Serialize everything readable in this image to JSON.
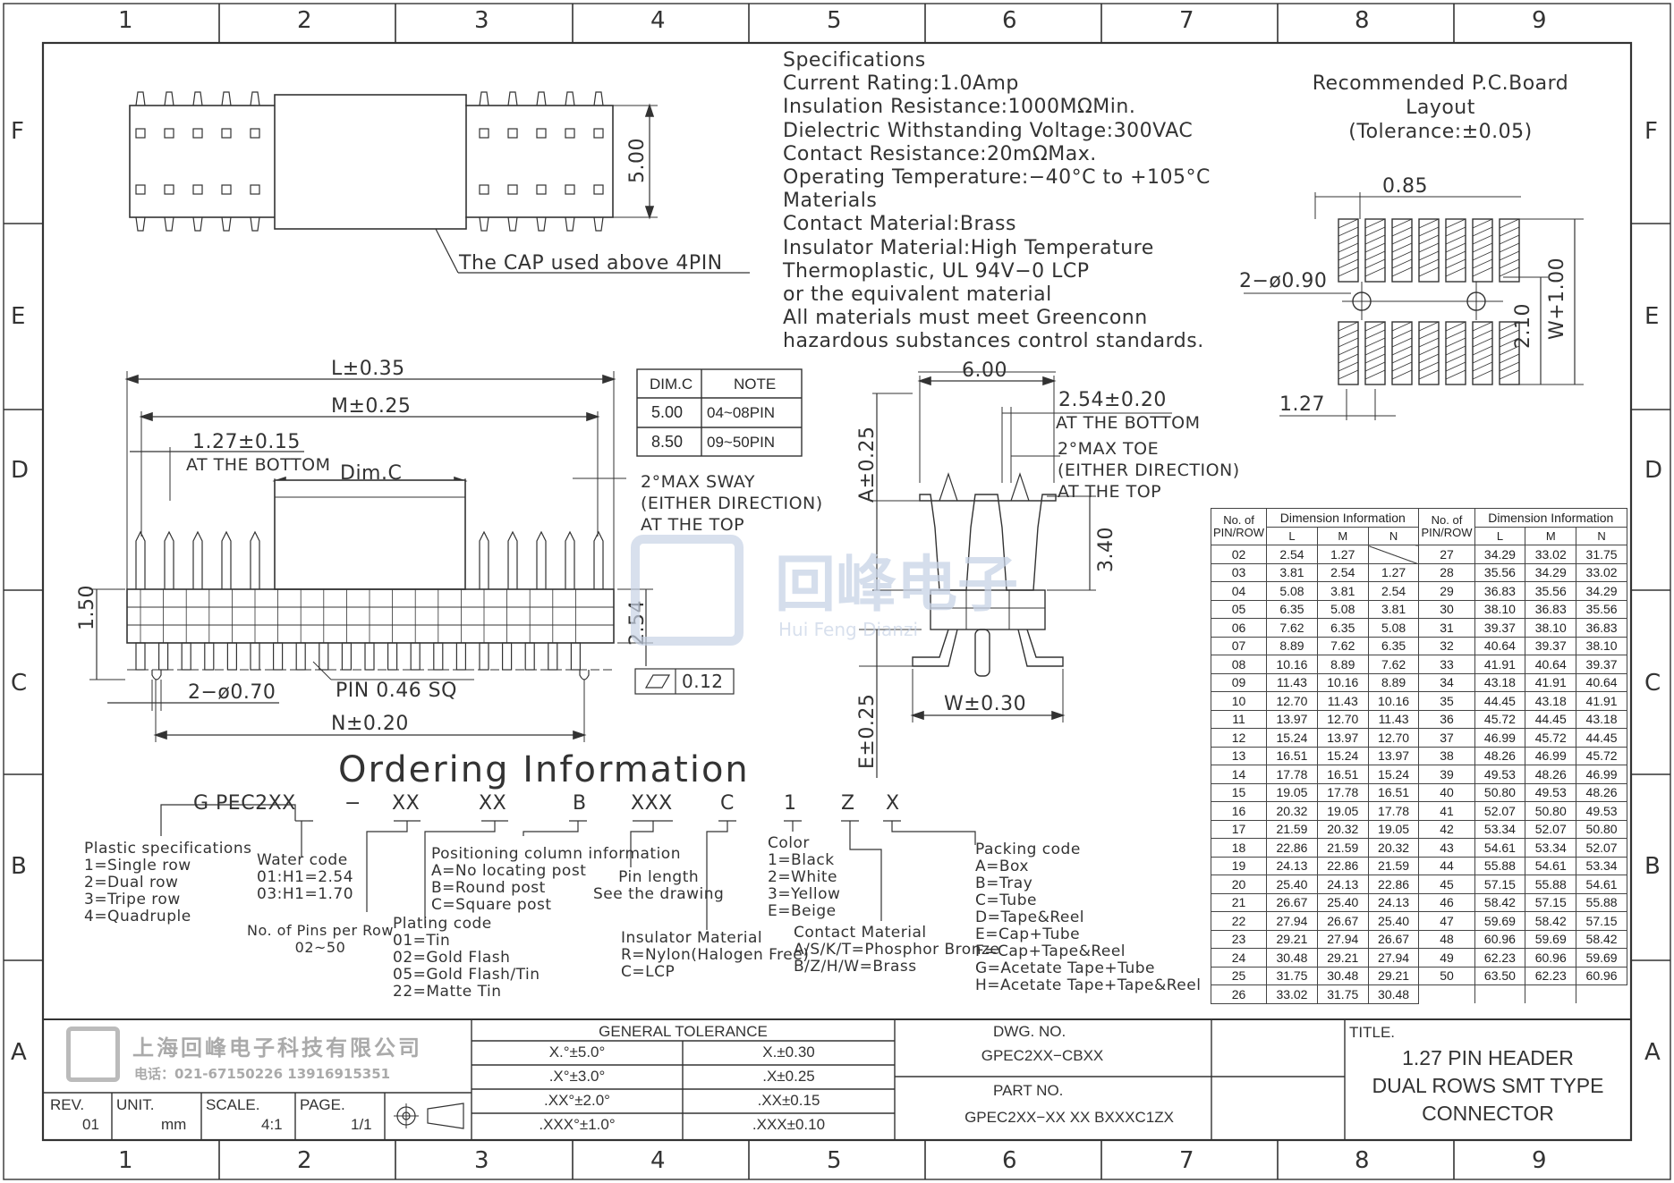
{
  "frame": {
    "cols": [
      "1",
      "2",
      "3",
      "4",
      "5",
      "6",
      "7",
      "8",
      "9"
    ],
    "rows": [
      "F",
      "E",
      "D",
      "C",
      "B",
      "A"
    ]
  },
  "specs": {
    "lines": [
      "Specifications",
      "Current Rating:1.0Amp",
      "Insulation Resistance:1000MΩMin.",
      "Dielectric Withstanding Voltage:300VAC",
      "Contact Resistance:20mΩMax.",
      "Operating Temperature:−40°C to +105°C",
      "Materials",
      "Contact Material:Brass",
      "Insulator Material:High Temperature",
      "Thermoplastic, UL 94V−0 LCP",
      "or the equivalent material",
      "All materials must meet Greenconn",
      "hazardous substances control standards."
    ]
  },
  "pcb": {
    "title_lines": [
      "Recommended P.C.Board",
      "Layout",
      "(Tolerance:±0.05)"
    ],
    "dim_085": "0.85",
    "dim_holes": "2−ø0.90",
    "dim_127": "1.27",
    "dim_210": "2.10",
    "dim_w": "W+1.00"
  },
  "top_view": {
    "dim_height": "5.00",
    "cap_note": "The CAP used above 4PIN"
  },
  "front_view": {
    "dim_l": "L±0.35",
    "dim_m": "M±0.25",
    "dim_pitch": "1.27±0.15",
    "dim_pitch_note": "AT THE BOTTOM",
    "dim_c": "Dim.C",
    "sway_lines": [
      "2°MAX SWAY",
      "(EITHER DIRECTION)",
      "AT THE TOP"
    ],
    "dim_150": "1.50",
    "dim_254": "2.54",
    "dim_post": "2−ø0.70",
    "pin_note": "PIN 0.46 SQ",
    "dim_n": "N±0.20",
    "flatness": "0.12"
  },
  "dimc_table": {
    "headers": [
      "DIM.C",
      "NOTE"
    ],
    "rows": [
      [
        "5.00",
        "04~08PIN"
      ],
      [
        "8.50",
        "09~50PIN"
      ]
    ]
  },
  "side_view": {
    "dim_600": "6.00",
    "dim_254": "2.54±0.20",
    "dim_254_note": "AT THE BOTTOM",
    "toe_lines": [
      "2°MAX TOE",
      "(EITHER DIRECTION)",
      "AT THE TOP"
    ],
    "dim_a": "A±0.25",
    "dim_340": "3.40",
    "dim_e": "E±0.25",
    "dim_w": "W±0.30"
  },
  "dim_table": {
    "h_pins": [
      "No. of",
      "PIN/ROW"
    ],
    "h_info": "Dimension Information",
    "h_cols": [
      "L",
      "M",
      "N"
    ],
    "left": [
      [
        "02",
        "2.54",
        "1.27",
        ""
      ],
      [
        "03",
        "3.81",
        "2.54",
        "1.27"
      ],
      [
        "04",
        "5.08",
        "3.81",
        "2.54"
      ],
      [
        "05",
        "6.35",
        "5.08",
        "3.81"
      ],
      [
        "06",
        "7.62",
        "6.35",
        "5.08"
      ],
      [
        "07",
        "8.89",
        "7.62",
        "6.35"
      ],
      [
        "08",
        "10.16",
        "8.89",
        "7.62"
      ],
      [
        "09",
        "11.43",
        "10.16",
        "8.89"
      ],
      [
        "10",
        "12.70",
        "11.43",
        "10.16"
      ],
      [
        "11",
        "13.97",
        "12.70",
        "11.43"
      ],
      [
        "12",
        "15.24",
        "13.97",
        "12.70"
      ],
      [
        "13",
        "16.51",
        "15.24",
        "13.97"
      ],
      [
        "14",
        "17.78",
        "16.51",
        "15.24"
      ],
      [
        "15",
        "19.05",
        "17.78",
        "16.51"
      ],
      [
        "16",
        "20.32",
        "19.05",
        "17.78"
      ],
      [
        "17",
        "21.59",
        "20.32",
        "19.05"
      ],
      [
        "18",
        "22.86",
        "21.59",
        "20.32"
      ],
      [
        "19",
        "24.13",
        "22.86",
        "21.59"
      ],
      [
        "20",
        "25.40",
        "24.13",
        "22.86"
      ],
      [
        "21",
        "26.67",
        "25.40",
        "24.13"
      ],
      [
        "22",
        "27.94",
        "26.67",
        "25.40"
      ],
      [
        "23",
        "29.21",
        "27.94",
        "26.67"
      ],
      [
        "24",
        "30.48",
        "29.21",
        "27.94"
      ],
      [
        "25",
        "31.75",
        "30.48",
        "29.21"
      ],
      [
        "26",
        "33.02",
        "31.75",
        "30.48"
      ]
    ],
    "right": [
      [
        "27",
        "34.29",
        "33.02",
        "31.75"
      ],
      [
        "28",
        "35.56",
        "34.29",
        "33.02"
      ],
      [
        "29",
        "36.83",
        "35.56",
        "34.29"
      ],
      [
        "30",
        "38.10",
        "36.83",
        "35.56"
      ],
      [
        "31",
        "39.37",
        "38.10",
        "36.83"
      ],
      [
        "32",
        "40.64",
        "39.37",
        "38.10"
      ],
      [
        "33",
        "41.91",
        "40.64",
        "39.37"
      ],
      [
        "34",
        "43.18",
        "41.91",
        "40.64"
      ],
      [
        "35",
        "44.45",
        "43.18",
        "41.91"
      ],
      [
        "36",
        "45.72",
        "44.45",
        "43.18"
      ],
      [
        "37",
        "46.99",
        "45.72",
        "44.45"
      ],
      [
        "38",
        "48.26",
        "46.99",
        "45.72"
      ],
      [
        "39",
        "49.53",
        "48.26",
        "46.99"
      ],
      [
        "40",
        "50.80",
        "49.53",
        "48.26"
      ],
      [
        "41",
        "52.07",
        "50.80",
        "49.53"
      ],
      [
        "42",
        "53.34",
        "52.07",
        "50.80"
      ],
      [
        "43",
        "54.61",
        "53.34",
        "52.07"
      ],
      [
        "44",
        "55.88",
        "54.61",
        "53.34"
      ],
      [
        "45",
        "57.15",
        "55.88",
        "54.61"
      ],
      [
        "46",
        "58.42",
        "57.15",
        "55.88"
      ],
      [
        "47",
        "59.69",
        "58.42",
        "57.15"
      ],
      [
        "48",
        "60.96",
        "59.69",
        "58.42"
      ],
      [
        "49",
        "62.23",
        "60.96",
        "59.69"
      ],
      [
        "50",
        "63.50",
        "62.23",
        "60.96"
      ],
      [
        "",
        "",
        "",
        ""
      ]
    ]
  },
  "ordering": {
    "title": "Ordering Information",
    "code_parts": [
      "G PEC2XX",
      "−",
      "XX",
      "XX",
      "B",
      "XXX",
      "C",
      "1",
      "Z",
      "X"
    ],
    "plastic": [
      "Plastic specifications",
      "1=Single row",
      "2=Dual row",
      "3=Tripe row",
      "4=Quadruple"
    ],
    "water": [
      "Water code",
      "01:H1=2.54",
      "03:H1=1.70"
    ],
    "pins_per_row": [
      "No. of Pins per Row",
      "02~50"
    ],
    "plating": [
      "Plating code",
      "01=Tin",
      "02=Gold Flash",
      "05=Gold Flash/Tin",
      "22=Matte Tin"
    ],
    "positioning": [
      "Positioning column information",
      "A=No locating post",
      "B=Round post",
      "C=Square post"
    ],
    "pin_length": [
      "Pin length",
      "See the drawing"
    ],
    "insulator": [
      "Insulator Material",
      "R=Nylon(Halogen Free)",
      "C=LCP"
    ],
    "color": [
      "Color",
      "1=Black",
      "2=White",
      "3=Yellow",
      "E=Beige"
    ],
    "contact": [
      "Contact Material",
      "A/S/K/T=Phosphor Bronze",
      "B/Z/H/W=Brass"
    ],
    "packing": [
      "Packing code",
      "A=Box",
      "B=Tray",
      "C=Tube",
      "D=Tape&Reel",
      "E=Cap+Tube",
      "F=Cap+Tape&Reel",
      "G=Acetate Tape+Tube",
      "H=Acetate Tape+Tape&Reel"
    ]
  },
  "watermark": {
    "cn": "回峰电子",
    "en": "Hui Feng Dianzi"
  },
  "title_block": {
    "company": "上海回峰电子科技有限公司",
    "phone": "电话：021-67150226  13916915351",
    "rev_label": "REV.",
    "rev": "01",
    "unit_label": "UNIT.",
    "unit": "mm",
    "scale_label": "SCALE.",
    "scale": "4:1",
    "page_label": "PAGE.",
    "page": "1/1",
    "tol_title": "GENERAL TOLERANCE",
    "tol_rows": [
      [
        "X.°±5.0°",
        "X.±0.30"
      ],
      [
        ".X°±3.0°",
        ".X±0.25"
      ],
      [
        ".XX°±2.0°",
        ".XX±0.15"
      ],
      [
        ".XXX°±1.0°",
        ".XXX±0.10"
      ]
    ],
    "dwg_label": "DWG. NO.",
    "dwg_no": "GPEC2XX−CBXX",
    "part_label": "PART NO.",
    "part_no": "GPEC2XX−XX XX BXXXC1ZX",
    "title_label": "TITLE.",
    "title_lines": [
      "1.27 PIN HEADER",
      "DUAL ROWS SMT TYPE",
      "CONNECTOR"
    ]
  }
}
